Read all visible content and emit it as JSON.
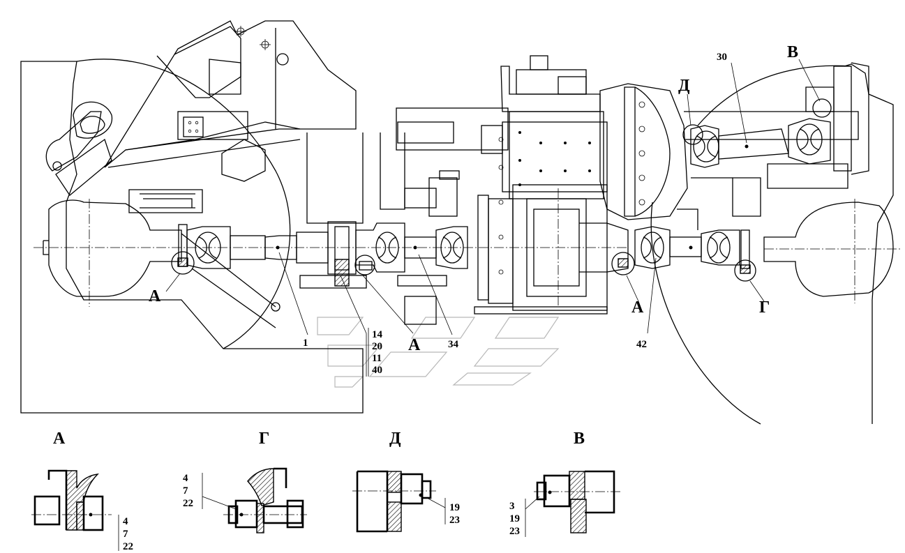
{
  "views": {
    "main": "",
    "detail_A": "А",
    "detail_G": "Г",
    "detail_D": "Д",
    "detail_V": "В"
  },
  "callouts": {
    "A_left": "А",
    "A_mid": "А",
    "A_right": "А",
    "G": "Г",
    "D": "Д",
    "V": "В",
    "p1": "1",
    "p30": "30",
    "p34": "34",
    "p42": "42",
    "stack_left": [
      "14",
      "20",
      "11",
      "40"
    ]
  },
  "detail_refs": {
    "A": [
      "4",
      "7",
      "22"
    ],
    "G": [
      "4",
      "7",
      "22"
    ],
    "D": [
      "19",
      "23"
    ],
    "V": [
      "3",
      "19",
      "23"
    ]
  }
}
